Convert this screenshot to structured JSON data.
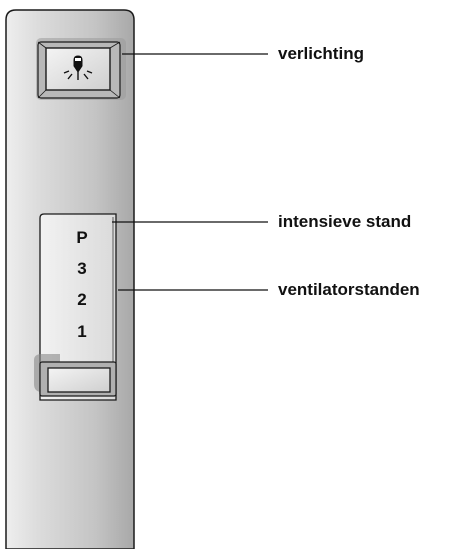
{
  "labels": {
    "lighting": "verlichting",
    "intensive_mode": "intensieve stand",
    "fan_speeds": "ventilatorstanden"
  },
  "speed_positions": [
    "P",
    "3",
    "2",
    "1"
  ],
  "icons": {
    "light_button_icon": "light-bulb-icon"
  },
  "colors": {
    "panel_light": "#e4e4e4",
    "panel_dark": "#9a9a9a",
    "outline": "#1a1a1a"
  }
}
